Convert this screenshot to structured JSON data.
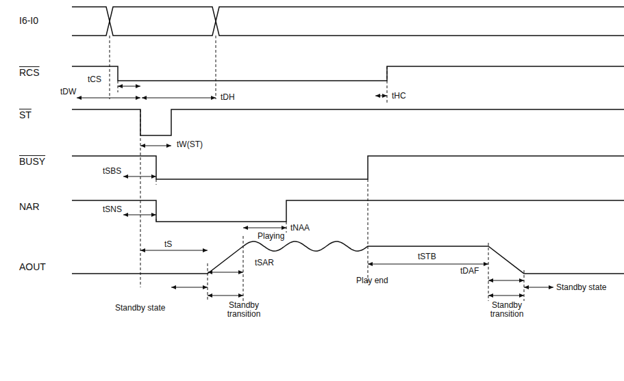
{
  "diagram": {
    "labels": [
      "I6-I0",
      "RCS",
      "ST",
      "BUSY",
      "NAR",
      "AOUT",
      "tCS",
      "tDW",
      "tDH",
      "tW(ST)",
      "tSBS",
      "tSNS",
      "tNAA",
      "Playing",
      "tS",
      "tSAR",
      "Play end",
      "tSTB",
      "tDAF",
      "Standby state",
      "Standby transition",
      "Standby state",
      "Standby transition",
      "tHC"
    ]
  }
}
